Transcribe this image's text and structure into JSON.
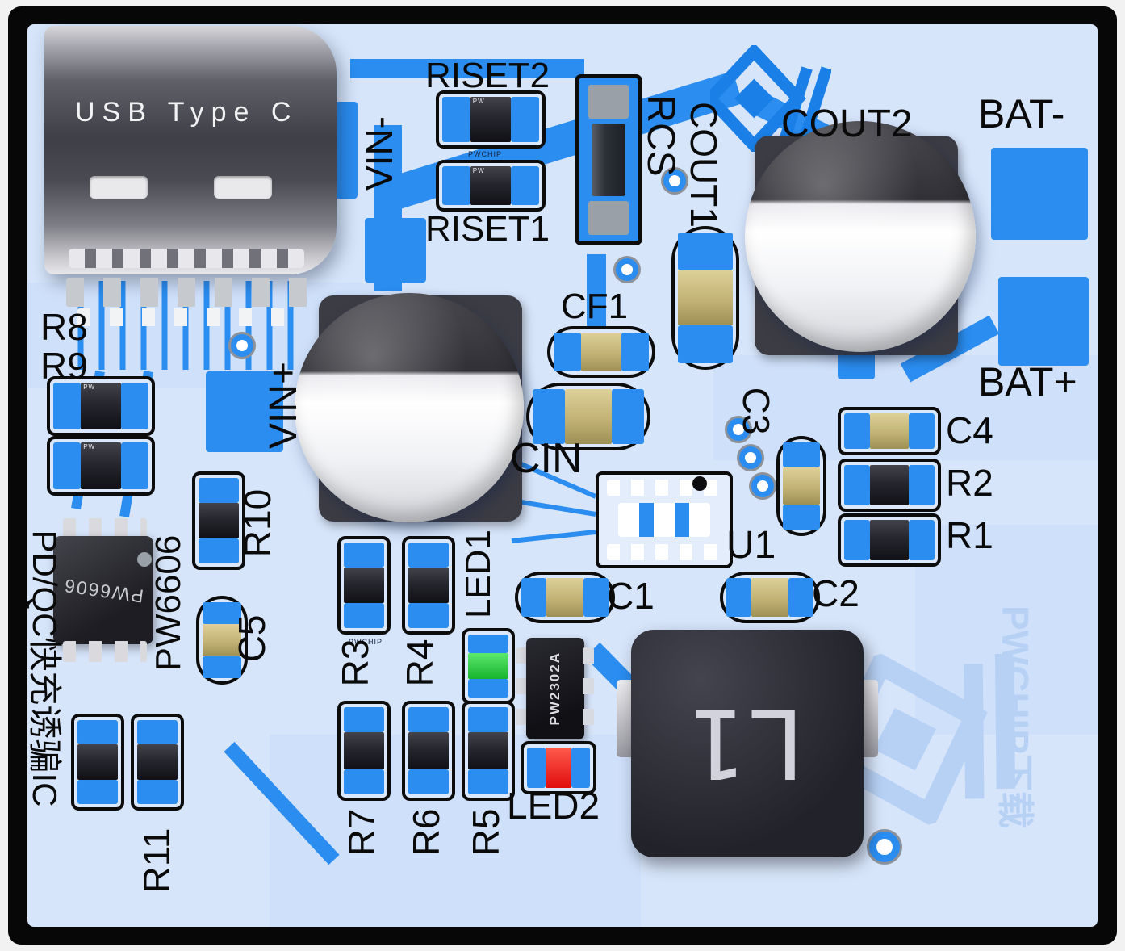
{
  "colors": {
    "board": "#d7e5fb",
    "trace": "#2b8df0",
    "silkscreen": "#0c0c0c",
    "cap_body": "#c9b97c",
    "led1_green": "#17b42c",
    "led2_red": "#e00d0d",
    "watermark": "#b7d1f5",
    "logo_blue": "#1a80e8"
  },
  "connector": {
    "label": "USB Type C"
  },
  "labels": {
    "r8": "R8",
    "r9": "R9",
    "riset2": "RISET2",
    "riset1": "RISET1",
    "vin_minus": "VIN-",
    "vin_plus": "VIN+",
    "rcs": "RCS",
    "cout1": "COUT1",
    "cout2": "COUT2",
    "bat_minus": "BAT-",
    "bat_plus": "BAT+",
    "cf1": "CF1",
    "cin": "CIN",
    "r10": "R10",
    "pw6606": "PW6606",
    "pdqc": "PD/QC快充诱骗IC",
    "c5": "C5",
    "led1": "LED1",
    "led2": "LED2",
    "r3": "R3",
    "r4": "R4",
    "r5": "R5",
    "r6": "R6",
    "r7": "R7",
    "u1": "U1",
    "c1": "C1",
    "c2": "C2",
    "c3": "C3",
    "c4": "C4",
    "r1": "R1",
    "r2": "R2",
    "r11": "R11"
  },
  "markings": {
    "pw6606": "PW6606",
    "pw2302a": "PW2302A",
    "l1": "L1",
    "pwchip": "PWCHIP",
    "pw": "PW"
  },
  "watermark": {
    "text": "PWCHIP下载"
  }
}
